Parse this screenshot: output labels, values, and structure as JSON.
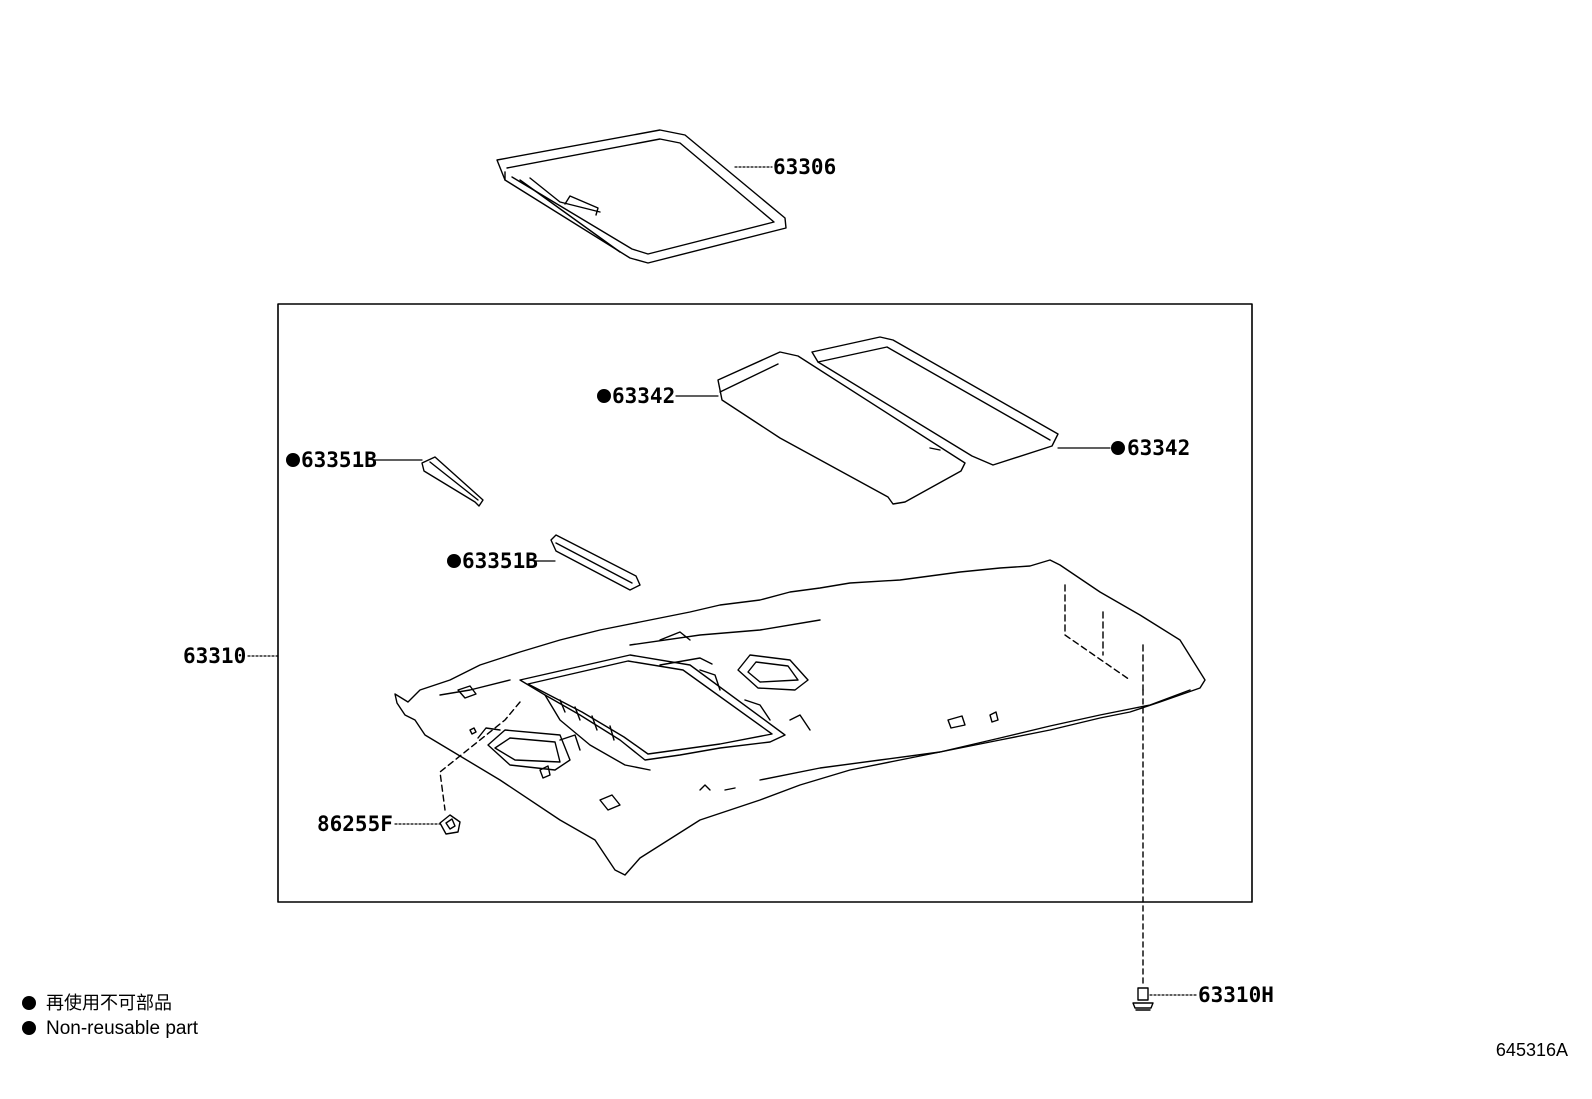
{
  "parts": {
    "p63306": {
      "label": "63306",
      "nonreusable": false
    },
    "p63342a": {
      "label": "63342",
      "nonreusable": true
    },
    "p63342b": {
      "label": "63342",
      "nonreusable": true
    },
    "p63351a": {
      "label": "63351B",
      "nonreusable": true
    },
    "p63351b": {
      "label": "63351B",
      "nonreusable": true
    },
    "p63310": {
      "label": "63310",
      "nonreusable": false
    },
    "p86255": {
      "label": "86255F",
      "nonreusable": false
    },
    "p63310h": {
      "label": "63310H",
      "nonreusable": false
    }
  },
  "legend": {
    "japanese": "再使用不可部品",
    "english": "Non-reusable part"
  },
  "drawing_id": "645316A"
}
